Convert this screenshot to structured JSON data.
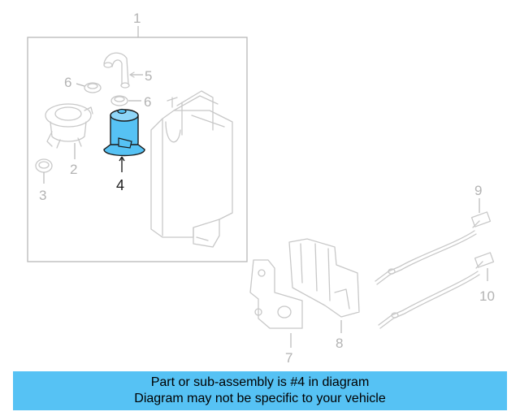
{
  "callouts": {
    "c1": "1",
    "c2": "2",
    "c3": "3",
    "c4": "4",
    "c5": "5",
    "c6a": "6",
    "c6b": "6",
    "c7": "7",
    "c8": "8",
    "c9": "9",
    "c10": "10"
  },
  "highlighted_part": "4",
  "colors": {
    "highlight_fill": "#56c2f4",
    "banner_background": "#56c2f4",
    "faded_part_stroke": "#c8c8c8"
  },
  "banner": {
    "line1": "Part or sub-assembly is #4 in diagram",
    "line2": "Diagram may not be specific to your vehicle"
  }
}
